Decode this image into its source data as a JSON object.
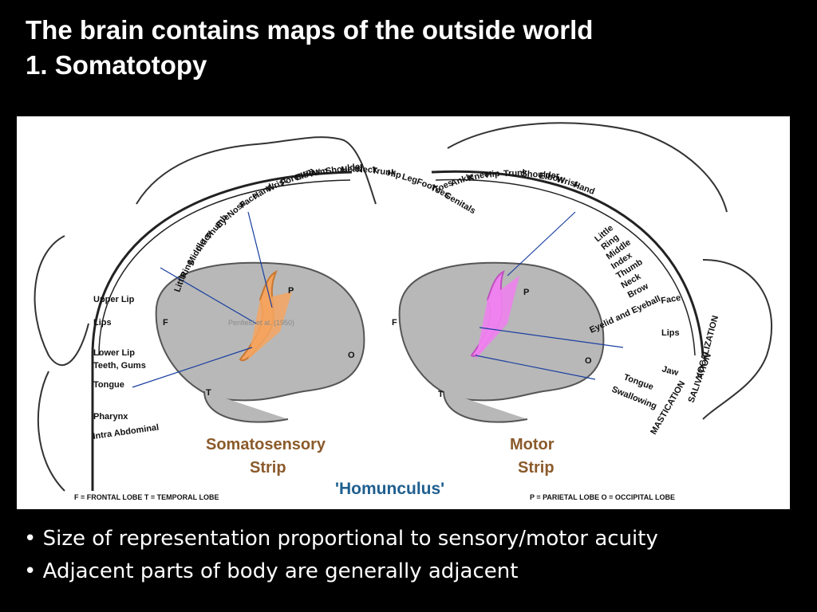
{
  "slide": {
    "title_line1": "The brain contains maps of the outside world",
    "title_line2": "1. Somatotopy",
    "bullets": [
      "Size of representation proportional to sensory/motor acuity",
      "Adjacent parts of body are generally adjacent"
    ]
  },
  "figure": {
    "caption": "'Homunculus'",
    "somatosensory_title": [
      "Somatosensory",
      "Strip"
    ],
    "motor_title": [
      "Motor",
      "Strip"
    ],
    "legend_left": "F = FRONTAL LOBE   T = TEMPORAL LOBE",
    "legend_right": "P = PARIETAL LOBE   O = OCCIPITAL LOBE",
    "credit": "Penfield et al. (1950)",
    "lobe_letters": {
      "P": "P",
      "F": "F",
      "O": "O",
      "T": "T"
    },
    "sensory_labels_top": [
      "Little",
      "Ring",
      "Middle",
      "Index",
      "Thumb",
      "Eye",
      "Nose",
      "Face",
      "Hand",
      "Wrist",
      "Forearm",
      "Elbow",
      "Arm",
      "Shoulder",
      "Head",
      "Neck",
      "Trunk",
      "Hip",
      "Leg",
      "Foot",
      "Toes",
      "Genitals"
    ],
    "sensory_labels_side": [
      "Upper Lip",
      "Lips",
      "Lower Lip",
      "Teeth, Gums",
      "Tongue",
      "Pharynx",
      "Intra Abdominal"
    ],
    "motor_labels_top": [
      "Toes",
      "Ankle",
      "Knee",
      "Hip",
      "Trunk",
      "Shoulder",
      "Elbow",
      "Wrist",
      "Hand"
    ],
    "motor_labels_side": [
      "Little",
      "Ring",
      "Middle",
      "Index",
      "Thumb",
      "Neck",
      "Brow",
      "Eyelid and Eyeball",
      "Face",
      "Lips",
      "Jaw",
      "Tongue",
      "Swallowing"
    ],
    "motor_labels_vertical": [
      "VOCALIZATION",
      "SALIVATION",
      "MASTICATION"
    ],
    "colors": {
      "somatosensory": "#f4a460",
      "motor": "#ee82ee",
      "brain": "#b8b8b8",
      "title_brown": "#8b5a2b",
      "caption_blue": "#1f5f8f"
    }
  }
}
